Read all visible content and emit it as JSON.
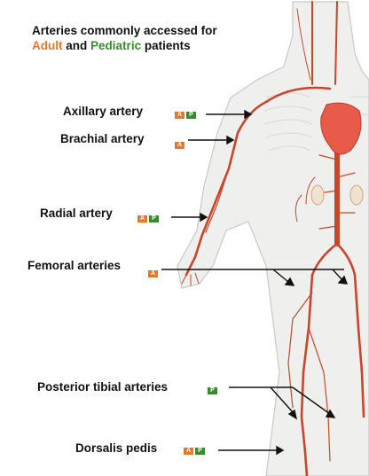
{
  "title": {
    "line1": "Arteries commonly accessed for",
    "adult": "Adult",
    "and": "and",
    "pediatric": "Pediatric",
    "patients": "patients"
  },
  "badge_letters": {
    "adult": "A",
    "pediatric": "P"
  },
  "colors": {
    "adult": "#e8772a",
    "pediatric": "#3a8a2e",
    "artery": "#c8462a",
    "heart": "#e85a4a",
    "body_fill": "#f0f0ee"
  },
  "labels": {
    "axillary": "Axillary artery",
    "brachial": "Brachial artery",
    "radial": "Radial artery",
    "femoral": "Femoral arteries",
    "posterior_tibial": "Posterior tibial arteries",
    "dorsalis_pedis": "Dorsalis pedis"
  }
}
